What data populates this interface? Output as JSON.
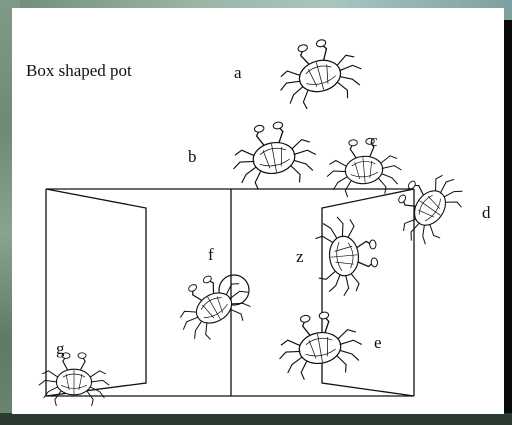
{
  "title": "Box shaped pot",
  "labels": {
    "a": "a",
    "b": "b",
    "c": "c",
    "d": "d",
    "e": "e",
    "f": "f",
    "g": "g",
    "z": "z"
  },
  "colors": {
    "ink": "#111111",
    "paper": "#ffffff"
  }
}
